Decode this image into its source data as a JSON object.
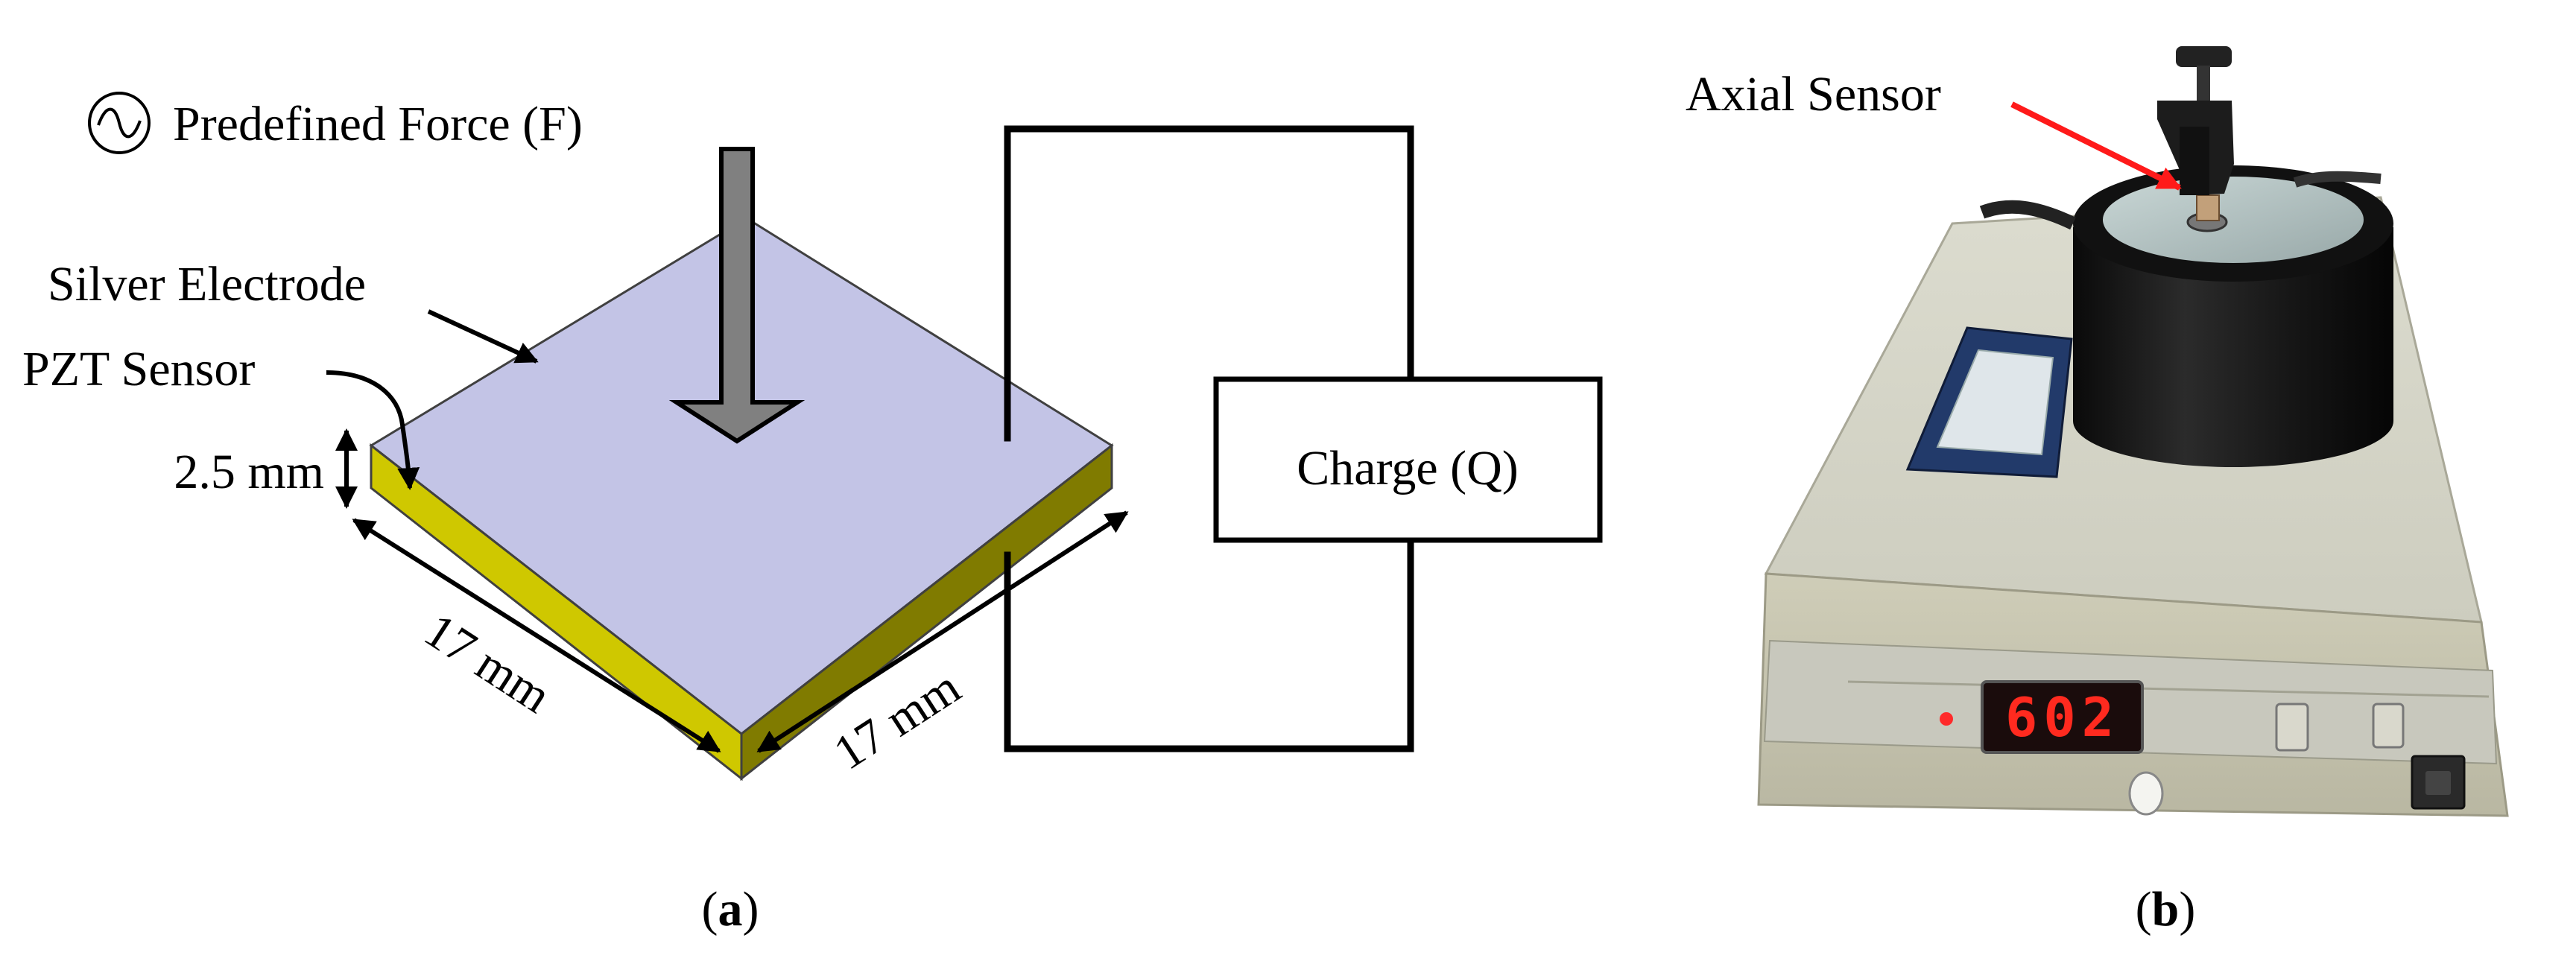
{
  "panel_a": {
    "force_label": "Predefined Force (F)",
    "electrode_label": "Silver Electrode",
    "sensor_label": "PZT Sensor",
    "thickness_label": "2.5 mm",
    "length_label_left": "17 mm",
    "length_label_right": "17 mm",
    "charge_label": "Charge (Q)",
    "caption_open": "(",
    "caption_letter": "a",
    "caption_close": ")"
  },
  "panel_b": {
    "pointer_label": "Axial Sensor",
    "meter_readout": "602",
    "caption_open": "(",
    "caption_letter": "b",
    "caption_close": ")"
  },
  "icons": {
    "force_source": "ac-source-icon",
    "force_arrow": "down-arrow-icon"
  },
  "colors": {
    "electrode_top": "#c3c4e6",
    "pzt_front": "#cfc800",
    "pzt_side": "#807b00",
    "force_arrow": "#808080",
    "pointer_arrow": "#ff1a1a",
    "readout": "#ff2a1f"
  }
}
